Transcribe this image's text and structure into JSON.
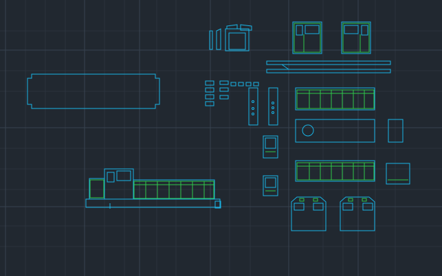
{
  "viewport": {
    "background_color": "#212830",
    "grid_minor_color": "#2a323d",
    "grid_major_color": "#38424f",
    "primary_line_color": "#19b4e6",
    "secondary_line_color": "#2ec84a"
  },
  "drawing": {
    "objects": [
      "long-panel",
      "locomotive-side-view",
      "bogie-parts",
      "horizontal-rails",
      "small-blocks",
      "control-stands",
      "engine-compartments",
      "cab-fronts",
      "radiator-panel",
      "small-boxes"
    ]
  }
}
